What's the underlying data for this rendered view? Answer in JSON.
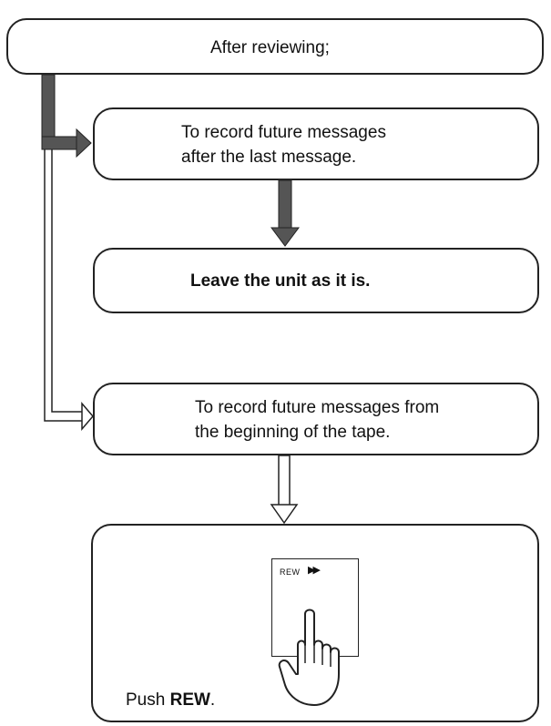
{
  "boxes": {
    "after_reviewing": "After reviewing;",
    "record_after_line1": "To record future messages",
    "record_after_line2": "after the last message.",
    "leave_unit": "Leave the unit as it is.",
    "record_begin_line1": "To record future messages from",
    "record_begin_line2": "the beginning of the tape.",
    "push_prefix": "Push ",
    "push_button": "REW",
    "push_suffix": "."
  },
  "device": {
    "rew_label": "REW",
    "rew_arrows": "▶▶"
  },
  "icons": {
    "hand": "pointing-hand-icon",
    "arrow": "flow-arrow-icon"
  }
}
